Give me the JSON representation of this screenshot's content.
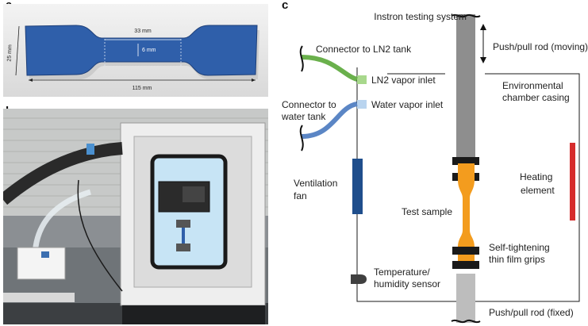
{
  "panels": {
    "a": "a",
    "b": "b",
    "c": "c"
  },
  "panel_a": {
    "dim_length_total": "115 mm",
    "dim_length_gauge": "33 mm",
    "dim_width_gauge": "6 mm",
    "dim_width_grip": "25 mm"
  },
  "panel_c": {
    "instron": "Instron testing system",
    "rod_moving": "Push/pull rod (moving)",
    "connector_ln2": "Connector to LN2 tank",
    "ln2_inlet": "LN2 vapor inlet",
    "chamber_line1": "Environmental",
    "chamber_line2": "chamber casing",
    "connector_water_line1": "Connector to",
    "connector_water_line2": "water tank",
    "water_inlet": "Water vapor inlet",
    "fan_line1": "Ventilation",
    "fan_line2": "fan",
    "heating_line1": "Heating",
    "heating_line2": "element",
    "test_sample": "Test sample",
    "grips_line1": "Self-tightening",
    "grips_line2": "thin film grips",
    "sensor_line1": "Temperature/",
    "sensor_line2": "humidity sensor",
    "rod_fixed": "Push/pull rod (fixed)"
  },
  "colors": {
    "specimen": "#2f5faa",
    "ln2_pipe": "#6ab04c",
    "water_pipe": "#5b86c5",
    "fan": "#1f4e8c",
    "sample": "#f39c1e",
    "heater": "#d62d2d",
    "rod_moving": "#8e8e8e",
    "rod_fixed": "#bdbdbd"
  }
}
